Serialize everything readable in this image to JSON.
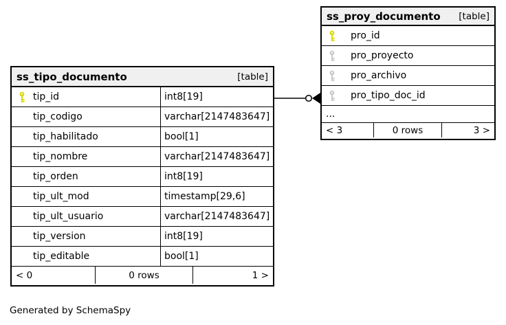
{
  "diagram": {
    "credit": "Generated by SchemaSpy"
  },
  "colors": {
    "primary_key_icon": "#d9d900",
    "foreign_key_icon": "#c9c9c9",
    "header_background": "#f0f0f0",
    "border": "#000000",
    "background": "#ffffff"
  },
  "relationship": {
    "from_table": "ss_tipo_documento",
    "from_column": "tip_id",
    "to_table": "ss_proy_documento",
    "to_column": "pro_tipo_doc_id",
    "style": "line with open circle and solid arrowhead"
  },
  "tables": {
    "left": {
      "name": "ss_tipo_documento",
      "type_label": "[table]",
      "columns": [
        {
          "name": "tip_id",
          "type": "int8[19]",
          "key": "primary"
        },
        {
          "name": "tip_codigo",
          "type": "varchar[2147483647]",
          "key": "none"
        },
        {
          "name": "tip_habilitado",
          "type": "bool[1]",
          "key": "none"
        },
        {
          "name": "tip_nombre",
          "type": "varchar[2147483647]",
          "key": "none"
        },
        {
          "name": "tip_orden",
          "type": "int8[19]",
          "key": "none"
        },
        {
          "name": "tip_ult_mod",
          "type": "timestamp[29,6]",
          "key": "none"
        },
        {
          "name": "tip_ult_usuario",
          "type": "varchar[2147483647]",
          "key": "none"
        },
        {
          "name": "tip_version",
          "type": "int8[19]",
          "key": "none"
        },
        {
          "name": "tip_editable",
          "type": "bool[1]",
          "key": "none"
        }
      ],
      "footer": {
        "left": "< 0",
        "center": "0 rows",
        "right": "1 >"
      }
    },
    "right": {
      "name": "ss_proy_documento",
      "type_label": "[table]",
      "columns": [
        {
          "name": "pro_id",
          "key": "primary"
        },
        {
          "name": "pro_proyecto",
          "key": "foreign"
        },
        {
          "name": "pro_archivo",
          "key": "foreign"
        },
        {
          "name": "pro_tipo_doc_id",
          "key": "foreign"
        }
      ],
      "ellipsis": "...",
      "footer": {
        "left": "< 3",
        "center": "0 rows",
        "right": "3 >"
      }
    }
  }
}
